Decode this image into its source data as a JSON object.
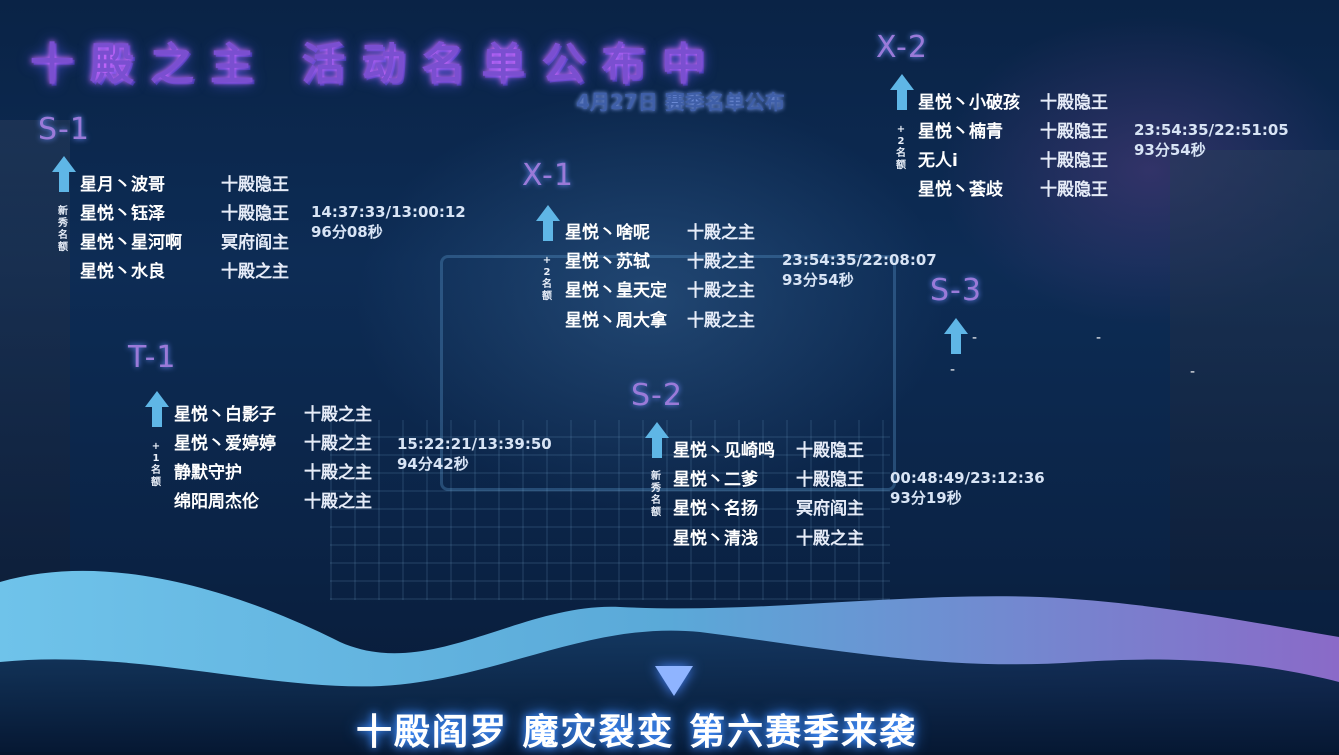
{
  "header": {
    "title": "十殿之主  活动名单公布中",
    "subtitle": "4月27日 赛季名单公布"
  },
  "groups": {
    "s1": {
      "label": "S-1",
      "vertical": [
        "新",
        "秀",
        "名",
        "额"
      ],
      "rows": [
        {
          "name": "星月丶波哥",
          "server": "十殿隐王"
        },
        {
          "name": "星悦丶钰泽",
          "server": "十殿隐王"
        },
        {
          "name": "星悦丶星河啊",
          "server": "冥府阎主"
        },
        {
          "name": "星悦丶水良",
          "server": "十殿之主"
        }
      ],
      "time": "14:37:33/13:00:12",
      "duration": "96分08秒"
    },
    "x1": {
      "label": "X-1",
      "vertical": [
        "+",
        "2",
        "名",
        "额"
      ],
      "rows": [
        {
          "name": "星悦丶啥呢",
          "server": "十殿之主"
        },
        {
          "name": "星悦丶苏轼",
          "server": "十殿之主"
        },
        {
          "name": "星悦丶皇天定",
          "server": "十殿之主"
        },
        {
          "name": "星悦丶周大拿",
          "server": "十殿之主"
        }
      ],
      "time": "23:54:35/22:08:07",
      "duration": "93分54秒"
    },
    "x2": {
      "label": "X-2",
      "vertical": [
        "+",
        "2",
        "名",
        "额"
      ],
      "rows": [
        {
          "name": "星悦丶小破孩",
          "server": "十殿隐王"
        },
        {
          "name": "星悦丶楠青",
          "server": "十殿隐王"
        },
        {
          "name": "无人i",
          "server": "十殿隐王"
        },
        {
          "name": "星悦丶荟歧",
          "server": "十殿隐王"
        }
      ],
      "time": "23:54:35/22:51:05",
      "duration": "93分54秒"
    },
    "t1": {
      "label": "T-1",
      "vertical": [
        "+",
        "1",
        "名",
        "额"
      ],
      "rows": [
        {
          "name": "星悦丶白影子",
          "server": "十殿之主"
        },
        {
          "name": "星悦丶爱婷婷",
          "server": "十殿之主"
        },
        {
          "name": "静默守护",
          "server": "十殿之主"
        },
        {
          "name": "绵阳周杰伦",
          "server": "十殿之主"
        }
      ],
      "time": "15:22:21/13:39:50",
      "duration": "94分42秒"
    },
    "s2": {
      "label": "S-2",
      "vertical": [
        "新",
        "秀",
        "名",
        "额"
      ],
      "rows": [
        {
          "name": "星悦丶见崎鸣",
          "server": "十殿隐王"
        },
        {
          "name": "星悦丶二爹",
          "server": "十殿隐王"
        },
        {
          "name": "星悦丶名扬",
          "server": "冥府阎主"
        },
        {
          "name": "星悦丶清浅",
          "server": "十殿之主"
        }
      ],
      "time": "00:48:49/23:12:36",
      "duration": "93分19秒"
    },
    "s3": {
      "label": "S-3",
      "placeholders": [
        "-",
        "-",
        "-",
        "-"
      ]
    }
  },
  "footer": {
    "banner": "十殿阎罗 魔灾裂变 第六赛季来袭"
  },
  "icons": {
    "arrow": "up-arrow-icon",
    "triangle": "down-triangle-icon"
  },
  "colors": {
    "accent": "#5fb6e6",
    "title": "#7a4fd0",
    "wave_light": "#6fc3ea",
    "wave_purple": "#8a6ac8"
  }
}
